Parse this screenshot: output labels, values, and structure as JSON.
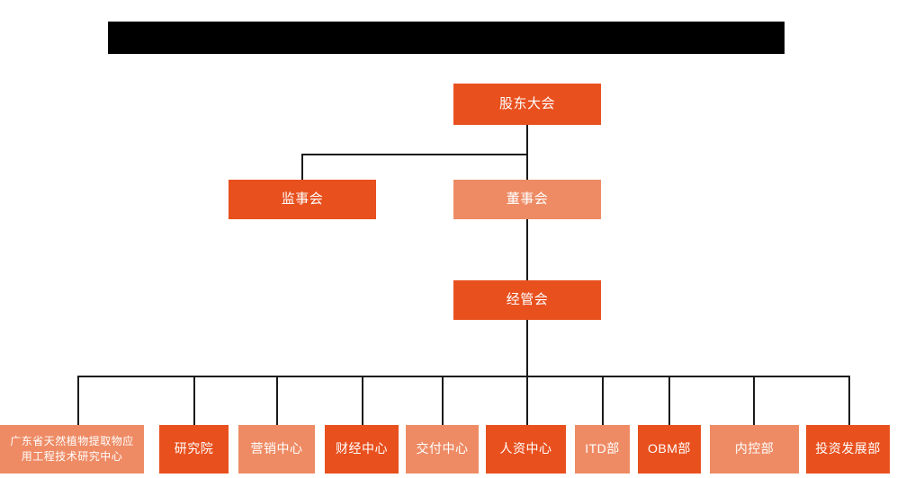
{
  "diagram": {
    "type": "organization-chart",
    "title_bar": {
      "label": "",
      "redacted": true,
      "color": "#000000"
    },
    "colors": {
      "dark_orange": "#e8501e",
      "light_orange": "#ee8b64",
      "line": "#1a1a1a",
      "background": "#ffffff",
      "text": "#ffffff"
    },
    "levels": {
      "level1": [
        {
          "label": "股东大会",
          "style": "dark"
        }
      ],
      "level2": [
        {
          "label": "监事会",
          "style": "dark"
        },
        {
          "label": "董事会",
          "style": "light"
        }
      ],
      "level3": [
        {
          "label": "经管会",
          "style": "dark"
        }
      ],
      "level4": [
        {
          "label": "广东省天然植物提取物应\n用工程技术研究中心",
          "style": "light"
        },
        {
          "label": "研究院",
          "style": "dark"
        },
        {
          "label": "营销中心",
          "style": "light"
        },
        {
          "label": "财经中心",
          "style": "dark"
        },
        {
          "label": "交付中心",
          "style": "light"
        },
        {
          "label": "人资中心",
          "style": "dark"
        },
        {
          "label": "ITD部",
          "style": "light"
        },
        {
          "label": "OBM部",
          "style": "dark"
        },
        {
          "label": "内控部",
          "style": "light"
        },
        {
          "label": "投资发展部",
          "style": "dark"
        }
      ]
    }
  }
}
